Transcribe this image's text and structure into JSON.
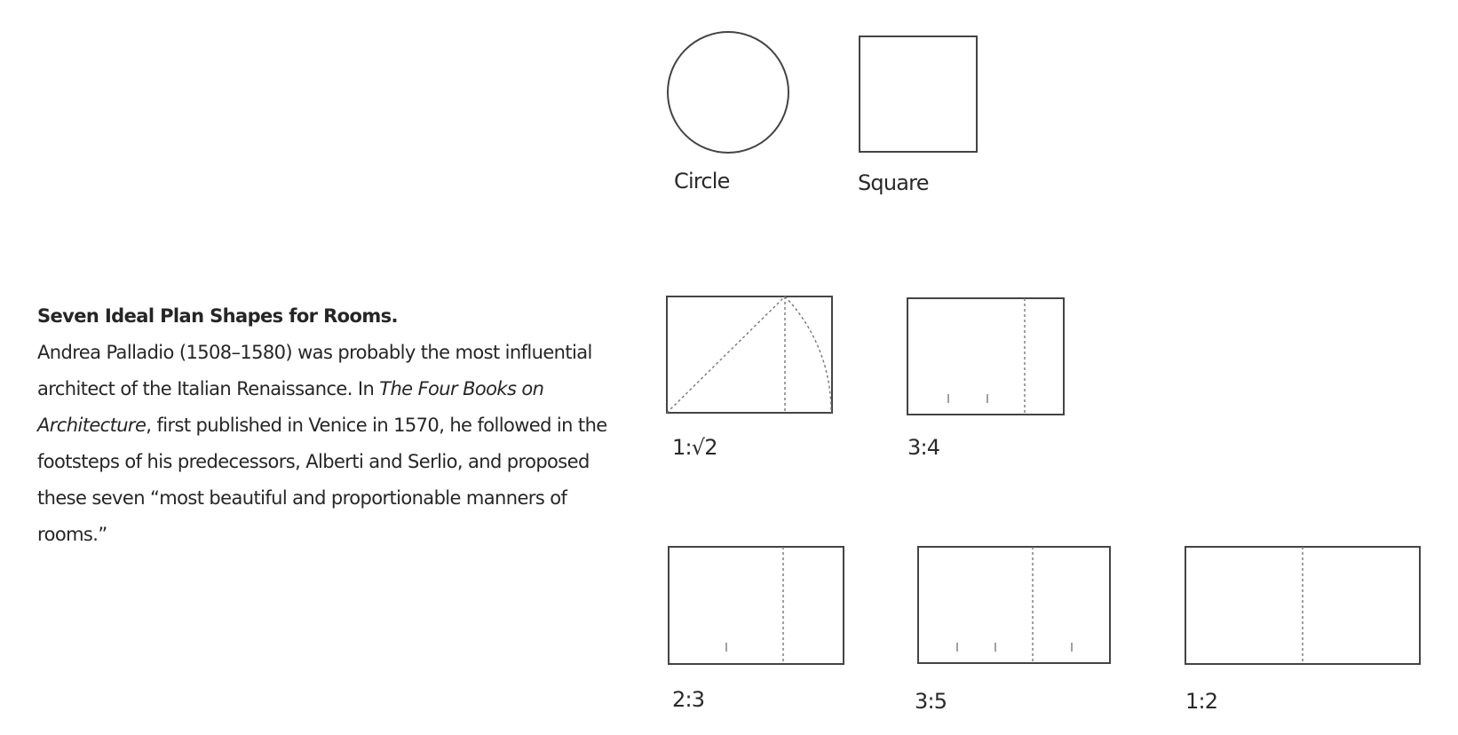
{
  "caption": {
    "heading": "Seven Ideal Plan Shapes for Rooms.",
    "text_before_title": "Andrea Palladio (1508–1580) was probably the most influential architect of the Italian Renaissance. In ",
    "book_title": "The Four Books on Architecture",
    "text_after_title": ", first published in Venice in 1570, he followed in the footsteps of his predecessors, Alberti and Serlio, and proposed these seven “most beautiful and proportionable manners of rooms.”"
  },
  "shapes": [
    {
      "id": "circle",
      "label": "Circle"
    },
    {
      "id": "square",
      "label": "Square"
    },
    {
      "id": "root2",
      "label": "1:√2"
    },
    {
      "id": "r34",
      "label": "3:4"
    },
    {
      "id": "r23",
      "label": "2:3"
    },
    {
      "id": "r35",
      "label": "3:5"
    },
    {
      "id": "r12",
      "label": "1:2"
    }
  ]
}
